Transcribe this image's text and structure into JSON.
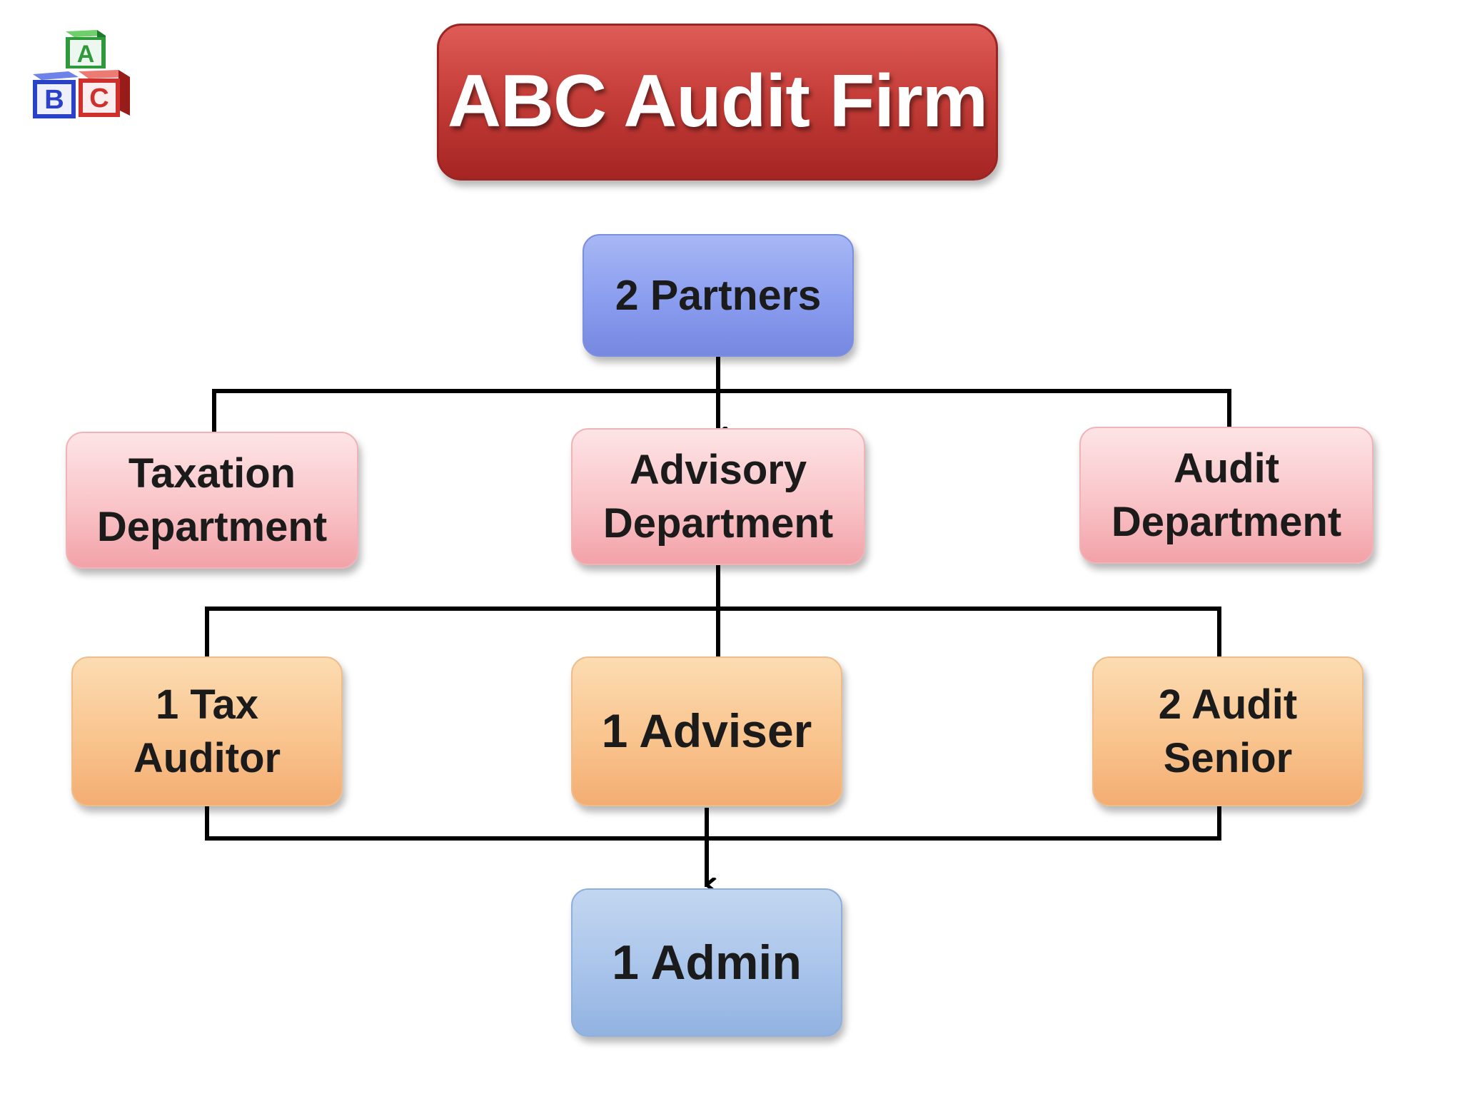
{
  "logo": {
    "letters": [
      "A",
      "B",
      "C"
    ],
    "colors": {
      "a": "#2e9a3c",
      "b": "#2a42c8",
      "c": "#d0302c"
    }
  },
  "title": "ABC Audit Firm",
  "nodes": {
    "partners": "2 Partners",
    "taxation": [
      "Taxation",
      "Department"
    ],
    "advisory": [
      "Advisory",
      "Department"
    ],
    "audit": [
      "Audit",
      "Department"
    ],
    "tax_auditor": [
      "1 Tax",
      "Auditor"
    ],
    "adviser": "1 Adviser",
    "audit_senior": [
      "2 Audit",
      "Senior"
    ],
    "admin": "1 Admin"
  },
  "colors": {
    "title": "#c63e39",
    "partners": "#8d9ff0",
    "departments": "#f9c4c8",
    "staff": "#f9c48e",
    "admin": "#a9c4eb",
    "connector": "#000000"
  }
}
